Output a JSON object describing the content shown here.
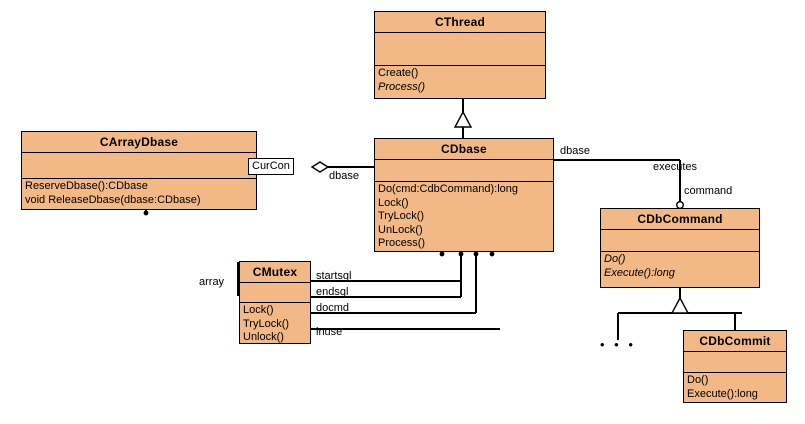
{
  "diagram": {
    "title": "UML Class Diagram",
    "background_color": "#ffffff",
    "class_fill_color": "#f2b986",
    "line_color": "#000000"
  },
  "classes": {
    "cthread": {
      "name": "CThread",
      "attributes": [],
      "operations": [
        {
          "text": "Create()",
          "italic": false
        },
        {
          "text": "Process()",
          "italic": true
        }
      ]
    },
    "cdbase": {
      "name": "CDbase",
      "attributes": [],
      "operations": [
        {
          "text": "Do(cmd:CdbCommand):long",
          "italic": false
        },
        {
          "text": "Lock()",
          "italic": false
        },
        {
          "text": "TryLock()",
          "italic": false
        },
        {
          "text": "UnLock()",
          "italic": false
        },
        {
          "text": "Process()",
          "italic": false
        }
      ]
    },
    "carraydbase": {
      "name": "CArrayDbase",
      "attributes": [],
      "operations": [
        {
          "text": "ReserveDbase():CDbase",
          "italic": false
        },
        {
          "text": "void ReleaseDbase(dbase:CDbase)",
          "italic": false
        }
      ]
    },
    "cmutex": {
      "name": "CMutex",
      "attributes": [],
      "operations": [
        {
          "text": "Lock()",
          "italic": false
        },
        {
          "text": "TryLock()",
          "italic": false
        },
        {
          "text": "Unlock()",
          "italic": false
        }
      ]
    },
    "cdbcommand": {
      "name": "CDbCommand",
      "attributes": [],
      "operations": [
        {
          "text": "Do()",
          "italic": true
        },
        {
          "text": "Execute():long",
          "italic": true
        }
      ]
    },
    "cdbcommit": {
      "name": "CDbCommit",
      "attributes": [],
      "operations": [
        {
          "text": "Do()",
          "italic": false
        },
        {
          "text": "Execute():long",
          "italic": false
        }
      ]
    }
  },
  "edge_labels": {
    "curcon": "CurCon",
    "dbase_left": "dbase",
    "dbase_right": "dbase",
    "executes": "executes",
    "command": "command",
    "array": "array",
    "startsql": "startsql",
    "endsql": "endsql",
    "docmd": "docmd",
    "inuse": "inuse",
    "ellipsis": "• • •"
  }
}
